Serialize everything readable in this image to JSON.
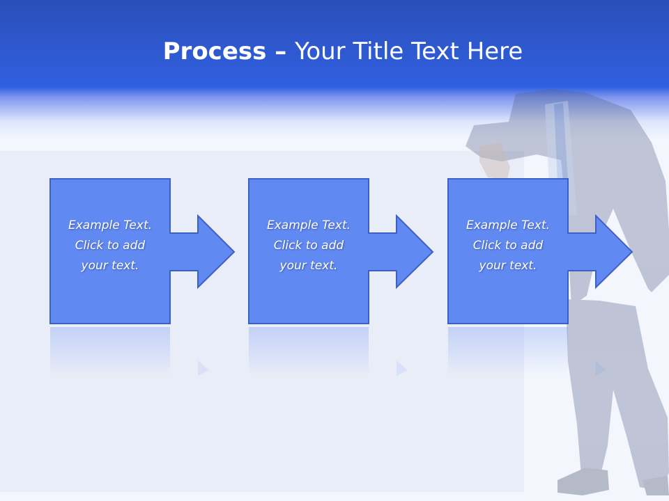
{
  "slide": {
    "title_bold": "Process",
    "title_dash": " – ",
    "title_rest": "Your Title Text Here"
  },
  "steps": [
    {
      "lines": [
        "Example Text.",
        "Click  to add",
        "your text."
      ]
    },
    {
      "lines": [
        "Example Text.",
        "Click  to add",
        "your text."
      ]
    },
    {
      "lines": [
        "Example Text.",
        "Click  to add",
        "your text."
      ]
    }
  ],
  "colors": {
    "header": "#3060e0",
    "box_fill": "#6189f2",
    "box_stroke": "#3e5fc4",
    "background": "#f3f6fd"
  }
}
